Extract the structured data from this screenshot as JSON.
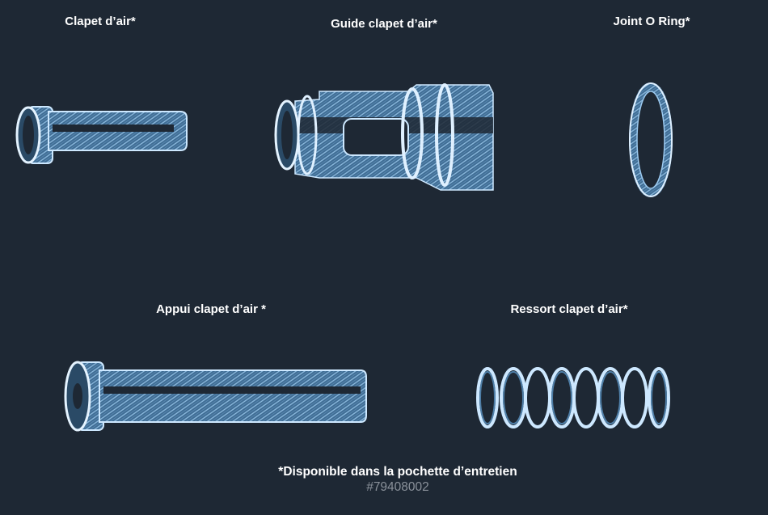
{
  "parts": [
    {
      "label": "Clapet d’air*",
      "icon": "air-valve-icon"
    },
    {
      "label": "Guide clapet d’air*",
      "icon": "air-valve-guide-icon"
    },
    {
      "label": "Joint O Ring*",
      "icon": "o-ring-icon"
    },
    {
      "label": "Appui clapet d’air *",
      "icon": "air-valve-support-icon"
    },
    {
      "label": "Ressort clapet d’air*",
      "icon": "air-valve-spring-icon"
    }
  ],
  "footer": {
    "note": "*Disponible dans la pochette d’entretien",
    "reference": "#79408002"
  },
  "colors": {
    "background": "#1e2834",
    "part_fill": "#4f7fa8",
    "part_highlight": "#cde8ff"
  }
}
